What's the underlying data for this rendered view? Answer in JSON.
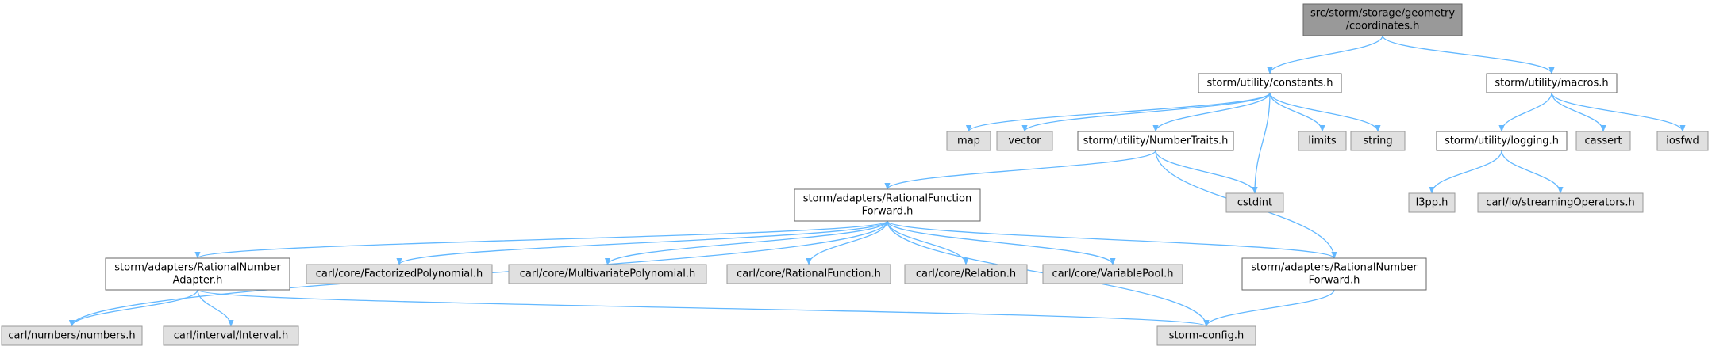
{
  "colors": {
    "root_fill": "#999999",
    "root_stroke": "#666666",
    "file_fill": "#ffffff",
    "file_stroke": "#666666",
    "system_fill": "#e0e0e0",
    "system_stroke": "#999999",
    "edge": "#63b8ff"
  },
  "nodes": [
    {
      "id": "coords",
      "lines": [
        "src/storm/storage/geometry",
        "/coordinates.h"
      ],
      "kind": "root"
    },
    {
      "id": "constants",
      "lines": [
        "storm/utility/constants.h"
      ],
      "kind": "file"
    },
    {
      "id": "macros",
      "lines": [
        "storm/utility/macros.h"
      ],
      "kind": "file"
    },
    {
      "id": "map",
      "lines": [
        "map"
      ],
      "kind": "system"
    },
    {
      "id": "vector",
      "lines": [
        "vector"
      ],
      "kind": "system"
    },
    {
      "id": "numtraits",
      "lines": [
        "storm/utility/NumberTraits.h"
      ],
      "kind": "file"
    },
    {
      "id": "limits",
      "lines": [
        "limits"
      ],
      "kind": "system"
    },
    {
      "id": "string",
      "lines": [
        "string"
      ],
      "kind": "system"
    },
    {
      "id": "logging",
      "lines": [
        "storm/utility/logging.h"
      ],
      "kind": "file"
    },
    {
      "id": "cassert",
      "lines": [
        "cassert"
      ],
      "kind": "system"
    },
    {
      "id": "iosfwd",
      "lines": [
        "iosfwd"
      ],
      "kind": "system"
    },
    {
      "id": "ratfunc",
      "lines": [
        "storm/adapters/RationalFunction",
        "Forward.h"
      ],
      "kind": "file"
    },
    {
      "id": "cstdint",
      "lines": [
        "cstdint"
      ],
      "kind": "system"
    },
    {
      "id": "l3pp",
      "lines": [
        "l3pp.h"
      ],
      "kind": "system"
    },
    {
      "id": "streamops",
      "lines": [
        "carl/io/streamingOperators.h"
      ],
      "kind": "system"
    },
    {
      "id": "ratnumadapter",
      "lines": [
        "storm/adapters/RationalNumber",
        "Adapter.h"
      ],
      "kind": "file"
    },
    {
      "id": "factpoly",
      "lines": [
        "carl/core/FactorizedPolynomial.h"
      ],
      "kind": "system"
    },
    {
      "id": "multipoly",
      "lines": [
        "carl/core/MultivariatePolynomial.h"
      ],
      "kind": "system"
    },
    {
      "id": "ratfunccarl",
      "lines": [
        "carl/core/RationalFunction.h"
      ],
      "kind": "system"
    },
    {
      "id": "relation",
      "lines": [
        "carl/core/Relation.h"
      ],
      "kind": "system"
    },
    {
      "id": "varpool",
      "lines": [
        "carl/core/VariablePool.h"
      ],
      "kind": "system"
    },
    {
      "id": "ratnumfwd",
      "lines": [
        "storm/adapters/RationalNumber",
        "Forward.h"
      ],
      "kind": "file"
    },
    {
      "id": "numbers",
      "lines": [
        "carl/numbers/numbers.h"
      ],
      "kind": "system"
    },
    {
      "id": "interval",
      "lines": [
        "carl/interval/Interval.h"
      ],
      "kind": "system"
    },
    {
      "id": "stormconfig",
      "lines": [
        "storm-config.h"
      ],
      "kind": "system"
    }
  ],
  "edges": [
    [
      "coords",
      "constants"
    ],
    [
      "coords",
      "macros"
    ],
    [
      "constants",
      "map"
    ],
    [
      "constants",
      "vector"
    ],
    [
      "constants",
      "numtraits"
    ],
    [
      "constants",
      "cstdint"
    ],
    [
      "constants",
      "limits"
    ],
    [
      "constants",
      "string"
    ],
    [
      "macros",
      "logging"
    ],
    [
      "macros",
      "cassert"
    ],
    [
      "macros",
      "iosfwd"
    ],
    [
      "logging",
      "l3pp"
    ],
    [
      "logging",
      "streamops"
    ],
    [
      "numtraits",
      "ratfunc"
    ],
    [
      "numtraits",
      "cstdint"
    ],
    [
      "numtraits",
      "ratnumfwd"
    ],
    [
      "ratfunc",
      "numbers"
    ],
    [
      "ratfunc",
      "ratnumadapter"
    ],
    [
      "ratfunc",
      "factpoly"
    ],
    [
      "ratfunc",
      "multipoly"
    ],
    [
      "ratfunc",
      "ratfunccarl"
    ],
    [
      "ratfunc",
      "relation"
    ],
    [
      "ratfunc",
      "varpool"
    ],
    [
      "ratfunc",
      "ratnumfwd"
    ],
    [
      "ratfunc",
      "stormconfig"
    ],
    [
      "ratnumadapter",
      "numbers"
    ],
    [
      "ratnumadapter",
      "interval"
    ],
    [
      "ratnumadapter",
      "stormconfig"
    ],
    [
      "ratnumfwd",
      "stormconfig"
    ]
  ]
}
